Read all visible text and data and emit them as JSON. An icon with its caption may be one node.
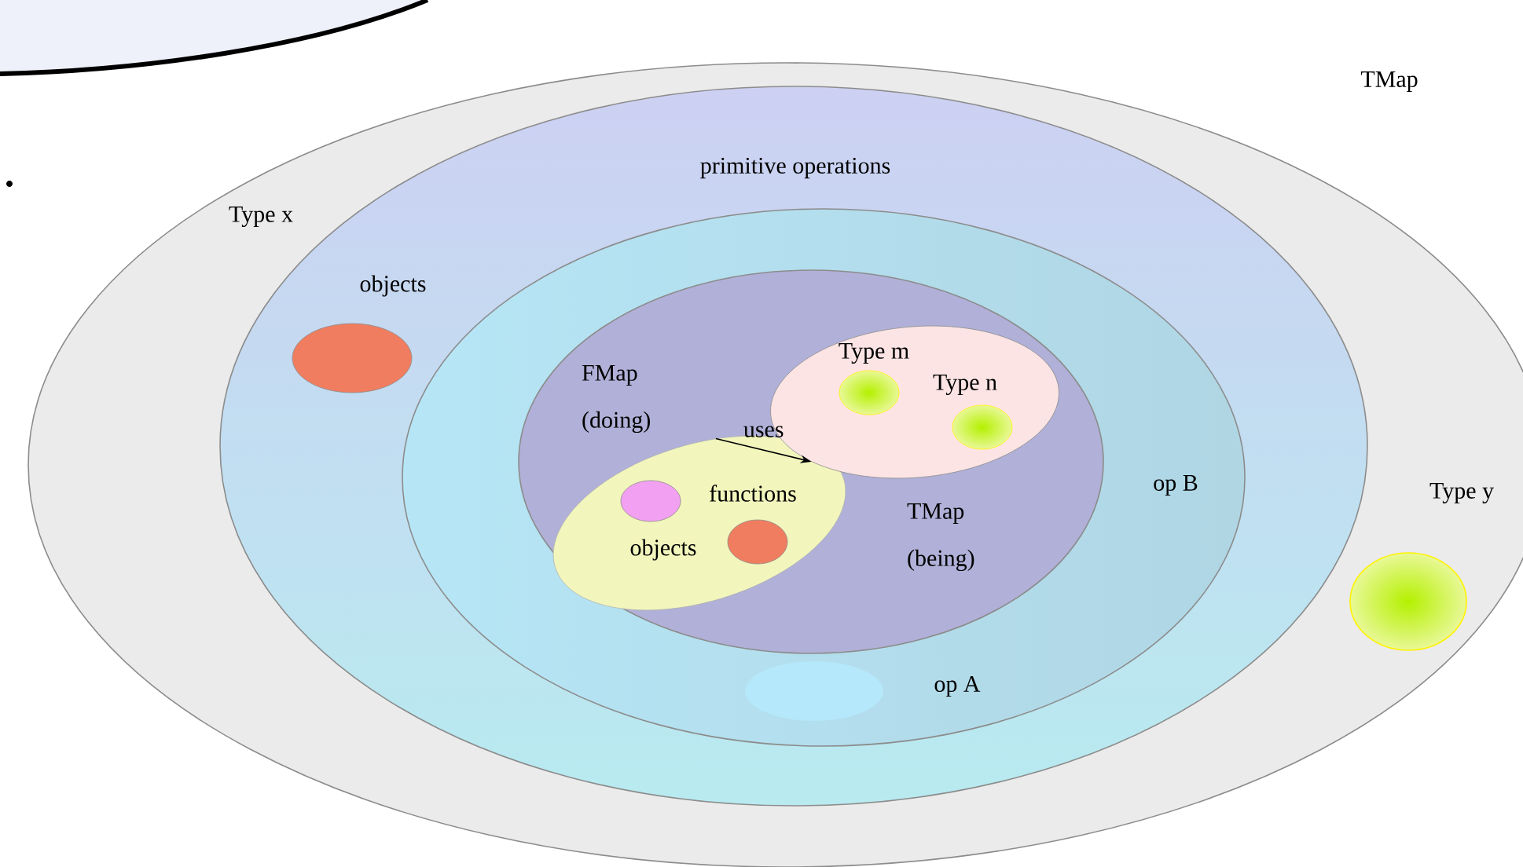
{
  "diagram": {
    "nodes": [
      {
        "text": [
          "TMap"
        ]
      },
      {
        "text": [
          "primitive operations"
        ],
        "in": 0
      },
      {
        "text": [
          "objects"
        ],
        "in": 1
      },
      {
        "text": [
          "op B"
        ],
        "in": 1
      },
      {
        "text": [
          "FMap (doing)",
          "TMap (being)"
        ],
        "in": 3
      },
      {
        "text": [],
        "shape": "circle",
        "in": 4
      },
      {
        "text": [
          "functions"
        ],
        "in": 5
      },
      {
        "text": [
          "objects"
        ],
        "in": 5
      },
      {
        "text": [],
        "shape": "circle",
        "in": 4
      },
      {
        "text": [
          "Type m"
        ],
        "in": 8
      },
      {
        "text": [
          "Type n"
        ],
        "in": 8
      },
      {
        "text": [
          "op A"
        ],
        "in": 3
      },
      {
        "text": [
          "Type y"
        ],
        "in": 0
      }
    ],
    "edges": [
      {
        "from": 5,
        "to": 8,
        "arrow": "to",
        "label": "uses"
      }
    ],
    "labels": [
      "Type x"
    ]
  }
}
